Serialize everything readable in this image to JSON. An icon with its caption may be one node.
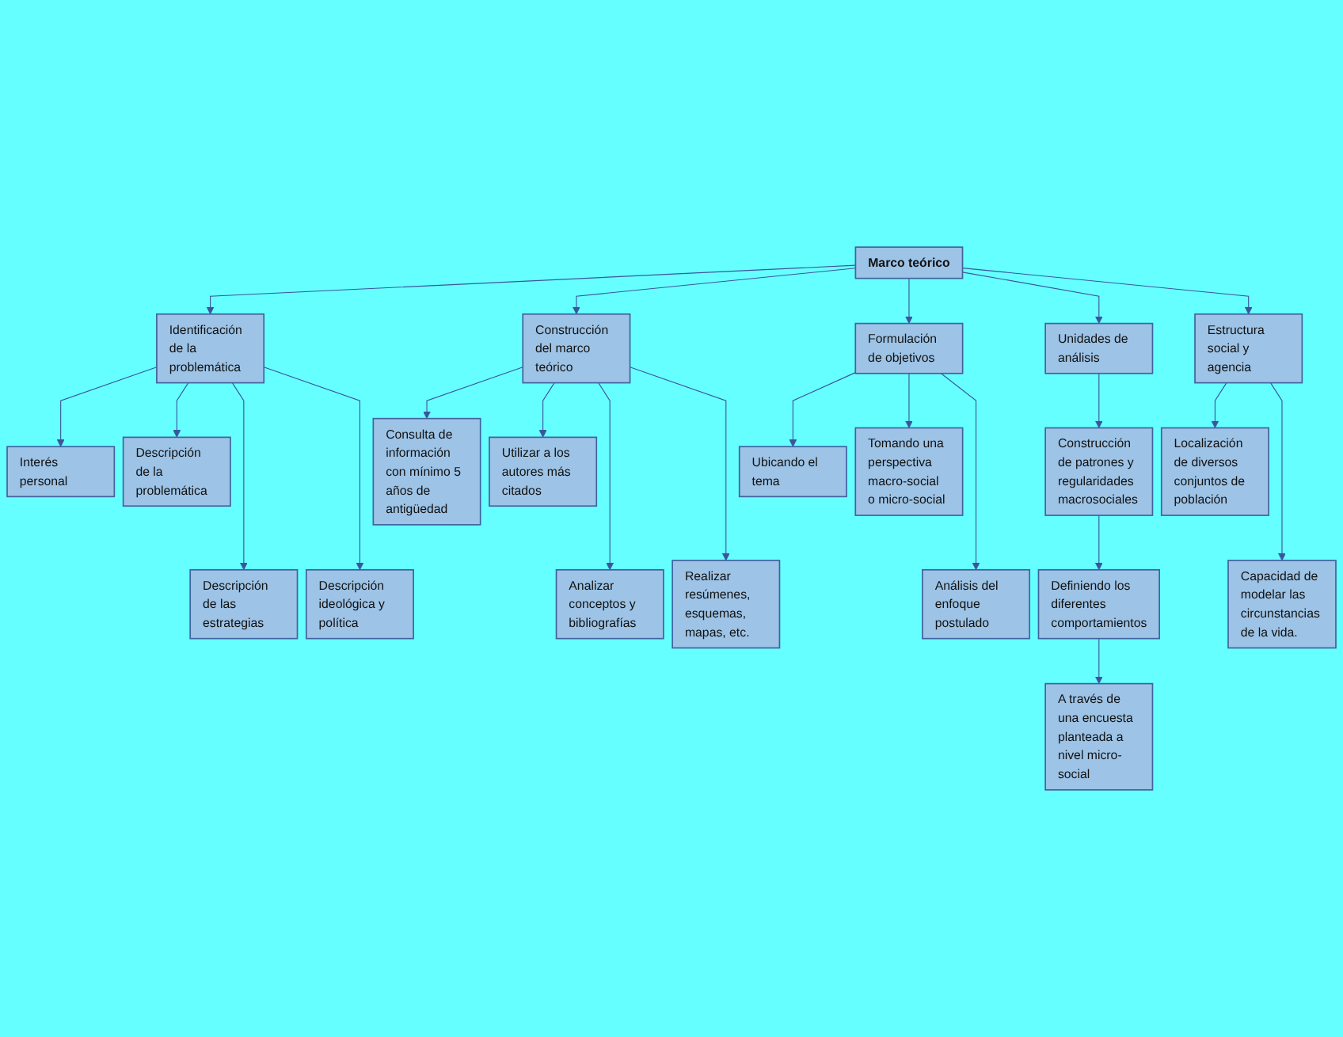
{
  "diagram": {
    "nodes": [
      {
        "text": [
          "Marco teórico"
        ]
      },
      {
        "text": [
          "Identificación de la problemática"
        ]
      },
      {
        "text": [
          "Construcción del marco teórico"
        ]
      },
      {
        "text": [
          "Formulación de objetivos"
        ]
      },
      {
        "text": [
          "Unidades de análisis"
        ]
      },
      {
        "text": [
          "Estructura social y agencia"
        ]
      },
      {
        "text": [
          "Interés personal"
        ]
      },
      {
        "text": [
          "Descripción de la problemática"
        ]
      },
      {
        "text": [
          "Descripción de las estrategias"
        ]
      },
      {
        "text": [
          "Descripción ideológica y política"
        ]
      },
      {
        "text": [
          "Consulta de información con mínimo 5 años de antigüedad"
        ]
      },
      {
        "text": [
          "Utilizar a los autores más citados"
        ]
      },
      {
        "text": [
          "Analizar conceptos y bibliografías"
        ]
      },
      {
        "text": [
          "Realizar resúmenes, esquemas, mapas, etc."
        ]
      },
      {
        "text": [
          "Ubicando el tema"
        ]
      },
      {
        "text": [
          "Tomando una perspectiva macro-social o micro-social"
        ]
      },
      {
        "text": [
          "Análisis del enfoque postulado"
        ]
      },
      {
        "text": [
          "Construcción de patrones y regularidades macrosociales"
        ]
      },
      {
        "text": [
          "Definiendo los diferentes comportamientos"
        ]
      },
      {
        "text": [
          "A través de una encuesta planteada a nivel micro-social"
        ]
      },
      {
        "text": [
          "Localización de diversos conjuntos de población"
        ]
      },
      {
        "text": [
          "Capacidad de modelar las circunstancias de la vida."
        ]
      }
    ],
    "edges": [
      {
        "from": 0,
        "to": 1,
        "arrow": "to"
      },
      {
        "from": 0,
        "to": 2,
        "arrow": "to"
      },
      {
        "from": 0,
        "to": 3,
        "arrow": "to"
      },
      {
        "from": 0,
        "to": 4,
        "arrow": "to"
      },
      {
        "from": 0,
        "to": 5,
        "arrow": "to"
      },
      {
        "from": 1,
        "to": 6,
        "arrow": "to"
      },
      {
        "from": 1,
        "to": 7,
        "arrow": "to"
      },
      {
        "from": 1,
        "to": 8,
        "arrow": "to"
      },
      {
        "from": 1,
        "to": 9,
        "arrow": "to"
      },
      {
        "from": 2,
        "to": 10,
        "arrow": "to"
      },
      {
        "from": 2,
        "to": 11,
        "arrow": "to"
      },
      {
        "from": 2,
        "to": 12,
        "arrow": "to"
      },
      {
        "from": 2,
        "to": 13,
        "arrow": "to"
      },
      {
        "from": 3,
        "to": 14,
        "arrow": "to"
      },
      {
        "from": 3,
        "to": 15,
        "arrow": "to"
      },
      {
        "from": 3,
        "to": 16,
        "arrow": "to"
      },
      {
        "from": 4,
        "to": 17,
        "arrow": "to"
      },
      {
        "from": 17,
        "to": 18,
        "arrow": "to"
      },
      {
        "from": 18,
        "to": 19,
        "arrow": "to"
      },
      {
        "from": 5,
        "to": 20,
        "arrow": "to"
      },
      {
        "from": 5,
        "to": 21,
        "arrow": "to"
      }
    ]
  }
}
